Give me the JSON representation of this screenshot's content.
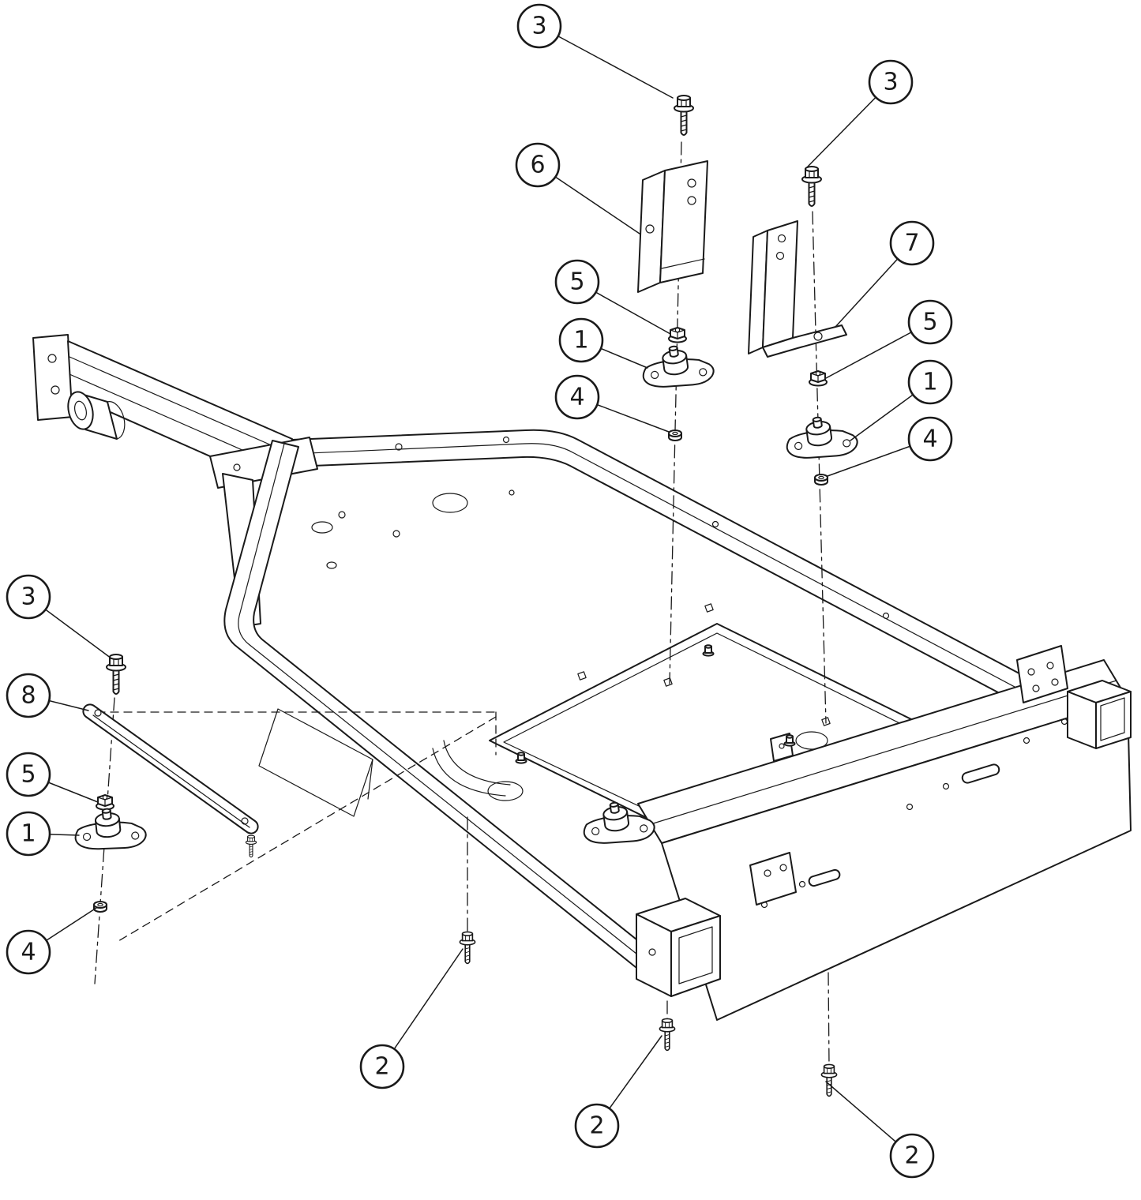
{
  "page": {
    "background": "#ffffff",
    "line_color": "#1a1a1a"
  },
  "callouts": [
    {
      "label": "3"
    },
    {
      "label": "3"
    },
    {
      "label": "6"
    },
    {
      "label": "7"
    },
    {
      "label": "5"
    },
    {
      "label": "1"
    },
    {
      "label": "4"
    },
    {
      "label": "5"
    },
    {
      "label": "1"
    },
    {
      "label": "4"
    },
    {
      "label": "3"
    },
    {
      "label": "8"
    },
    {
      "label": "5"
    },
    {
      "label": "1"
    },
    {
      "label": "4"
    },
    {
      "label": "2"
    },
    {
      "label": "2"
    },
    {
      "label": "2"
    }
  ]
}
